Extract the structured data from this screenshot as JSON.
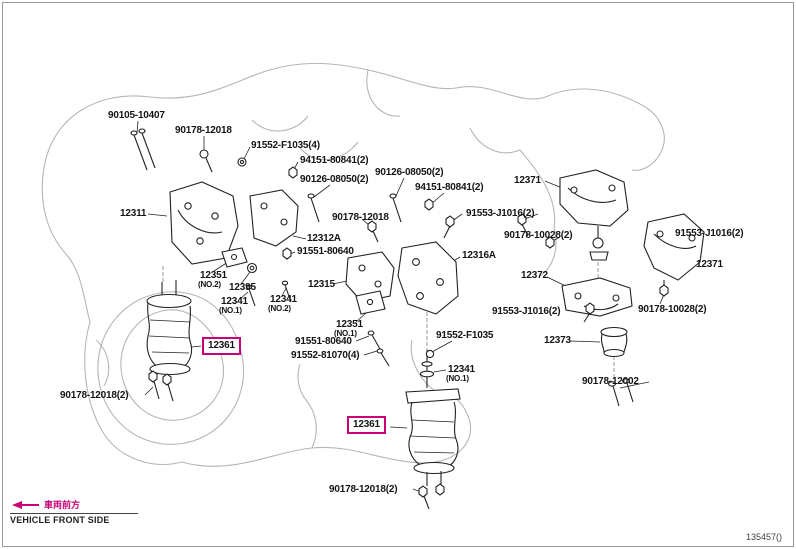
{
  "diagram": {
    "kind": "parts-exploded-view",
    "highlight_color": "#c80078",
    "highlighted_parts": [
      "12361",
      "12361"
    ]
  },
  "labels": [
    {
      "text": "90105-10407"
    },
    {
      "text": "90178-12018"
    },
    {
      "text": "91552-F1035(4)"
    },
    {
      "text": "94151-80841(2)"
    },
    {
      "text": "90126-08050(2)"
    },
    {
      "text": "90126-08050(2)"
    },
    {
      "text": "94151-80841(2)"
    },
    {
      "text": "12371"
    },
    {
      "text": "12311"
    },
    {
      "text": "90178-12018"
    },
    {
      "text": "91553-J1016(2)"
    },
    {
      "text": "90178-10028(2)"
    },
    {
      "text": "91553-J1016(2)"
    },
    {
      "text": "12371"
    },
    {
      "text": "12312A"
    },
    {
      "text": "91551-80640"
    },
    {
      "text": "12351"
    },
    {
      "text": "(NO.2)"
    },
    {
      "text": "12395"
    },
    {
      "text": "12341"
    },
    {
      "text": "(NO.1)"
    },
    {
      "text": "12341"
    },
    {
      "text": "(NO.2)"
    },
    {
      "text": "12315"
    },
    {
      "text": "12316A"
    },
    {
      "text": "12372"
    },
    {
      "text": "91553-J1016(2)"
    },
    {
      "text": "90178-10028(2)"
    },
    {
      "text": "12361"
    },
    {
      "text": "12351"
    },
    {
      "text": "(NO.1)"
    },
    {
      "text": "91551-80640"
    },
    {
      "text": "91552-81070(4)"
    },
    {
      "text": "91552-F1035"
    },
    {
      "text": "12373"
    },
    {
      "text": "12341"
    },
    {
      "text": "(NO.1)"
    },
    {
      "text": "90178-12018(2)"
    },
    {
      "text": "12361"
    },
    {
      "text": "90178-12002"
    },
    {
      "text": "90178-12018(2)"
    }
  ],
  "footer": {
    "vehicle_front_jp": "車両前方",
    "vehicle_front_en": "VEHICLE FRONT SIDE",
    "code": "135457()"
  }
}
